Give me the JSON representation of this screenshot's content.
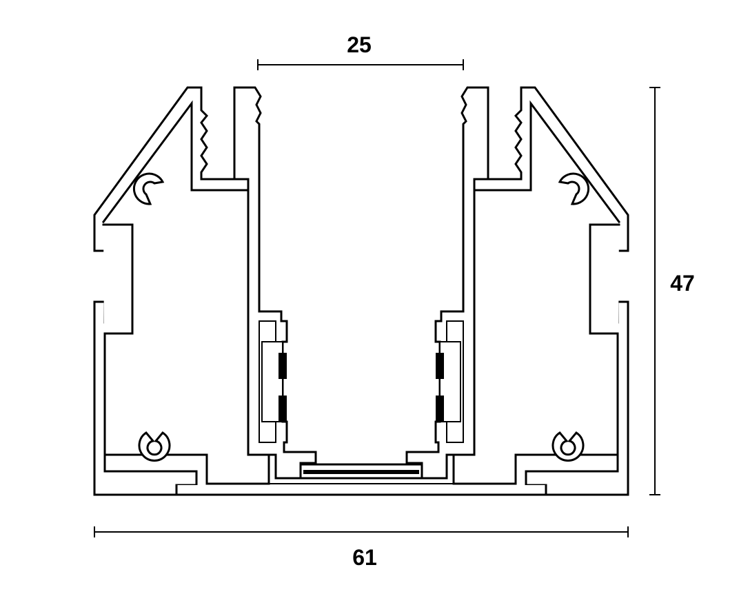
{
  "diagram": {
    "dimensions": {
      "top_width": "25",
      "overall_height": "47",
      "overall_width": "61"
    },
    "colors": {
      "stroke": "#000000",
      "background": "#ffffff"
    }
  }
}
